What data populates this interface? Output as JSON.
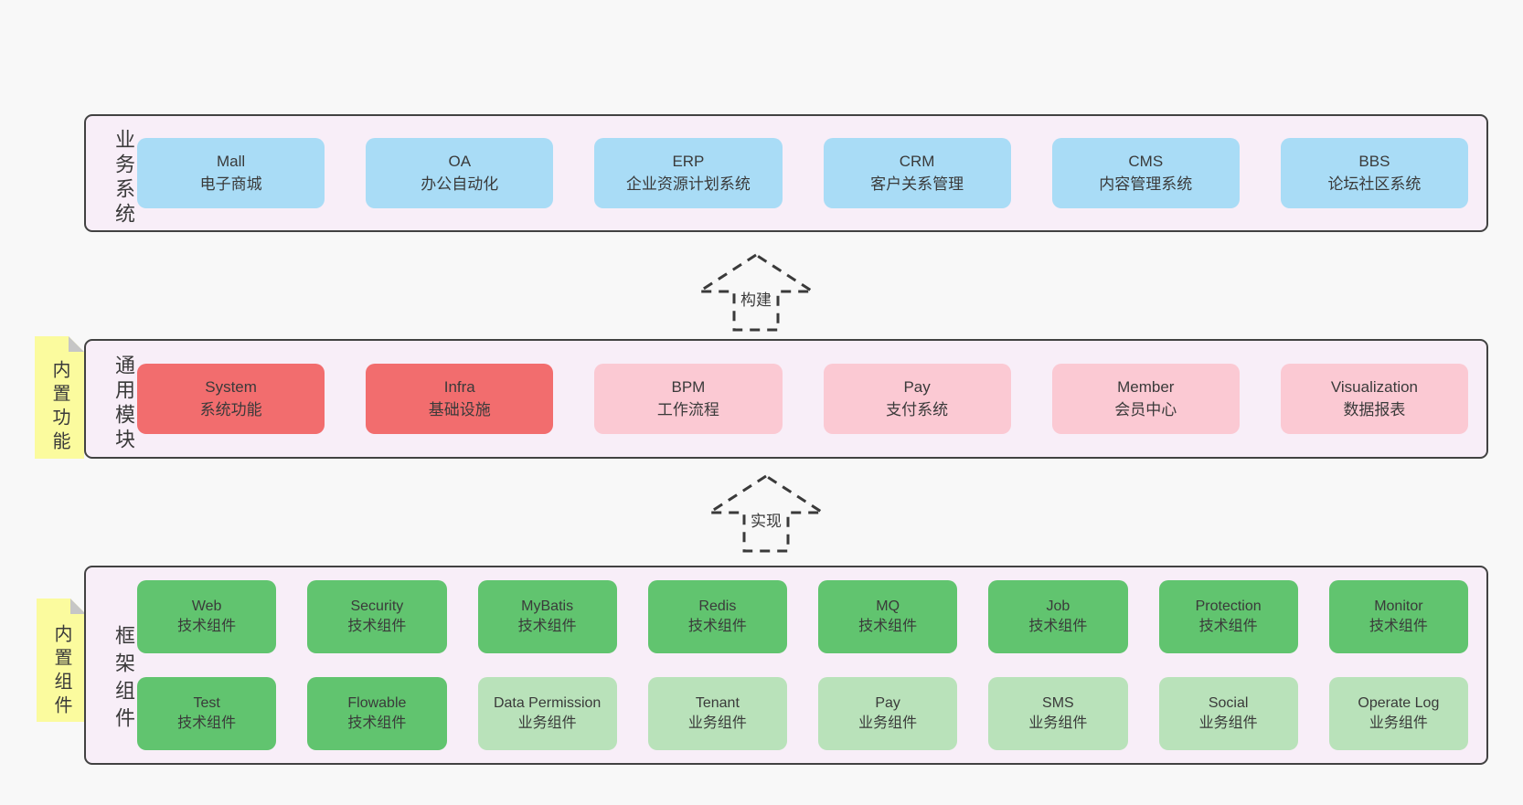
{
  "palette": {
    "page_bg": "#f8f8f8",
    "band_bg": "#f8eef8",
    "band_border": "#424242",
    "text": "#3a3a3a",
    "blue": "#a9dcf6",
    "red": "#f26d6e",
    "pink": "#fbc9d3",
    "green": "#61c46f",
    "lightgreen": "#b9e2ba",
    "sticky": "#fbfb9e",
    "sticky_fold": "#c6c6c6"
  },
  "stickies": [
    {
      "label": "内置功能"
    },
    {
      "label": "内置组件"
    }
  ],
  "arrows": [
    {
      "label": "构建"
    },
    {
      "label": "实现"
    }
  ],
  "layers": [
    {
      "label": "业务系统",
      "boxes": [
        {
          "name": "Mall",
          "desc": "电子商城",
          "type": "blue"
        },
        {
          "name": "OA",
          "desc": "办公自动化",
          "type": "blue"
        },
        {
          "name": "ERP",
          "desc": "企业资源计划系统",
          "type": "blue"
        },
        {
          "name": "CRM",
          "desc": "客户关系管理",
          "type": "blue"
        },
        {
          "name": "CMS",
          "desc": "内容管理系统",
          "type": "blue"
        },
        {
          "name": "BBS",
          "desc": "论坛社区系统",
          "type": "blue"
        }
      ]
    },
    {
      "label": "通用模块",
      "boxes": [
        {
          "name": "System",
          "desc": "系统功能",
          "type": "red"
        },
        {
          "name": "Infra",
          "desc": "基础设施",
          "type": "red"
        },
        {
          "name": "BPM",
          "desc": "工作流程",
          "type": "pink"
        },
        {
          "name": "Pay",
          "desc": "支付系统",
          "type": "pink"
        },
        {
          "name": "Member",
          "desc": "会员中心",
          "type": "pink"
        },
        {
          "name": "Visualization",
          "desc": "数据报表",
          "type": "pink"
        }
      ]
    },
    {
      "label": "框架组件",
      "boxes": [
        {
          "name": "Web",
          "desc": "技术组件",
          "type": "green"
        },
        {
          "name": "Security",
          "desc": "技术组件",
          "type": "green"
        },
        {
          "name": "MyBatis",
          "desc": "技术组件",
          "type": "green"
        },
        {
          "name": "Redis",
          "desc": "技术组件",
          "type": "green"
        },
        {
          "name": "MQ",
          "desc": "技术组件",
          "type": "green"
        },
        {
          "name": "Job",
          "desc": "技术组件",
          "type": "green"
        },
        {
          "name": "Protection",
          "desc": "技术组件",
          "type": "green"
        },
        {
          "name": "Monitor",
          "desc": "技术组件",
          "type": "green"
        },
        {
          "name": "Test",
          "desc": "技术组件",
          "type": "green"
        },
        {
          "name": "Flowable",
          "desc": "技术组件",
          "type": "green"
        },
        {
          "name": "Data Permission",
          "desc": "业务组件",
          "type": "lightgreen"
        },
        {
          "name": "Tenant",
          "desc": "业务组件",
          "type": "lightgreen"
        },
        {
          "name": "Pay",
          "desc": "业务组件",
          "type": "lightgreen"
        },
        {
          "name": "SMS",
          "desc": "业务组件",
          "type": "lightgreen"
        },
        {
          "name": "Social",
          "desc": "业务组件",
          "type": "lightgreen"
        },
        {
          "name": "Operate Log",
          "desc": "业务组件",
          "type": "lightgreen"
        }
      ]
    }
  ]
}
